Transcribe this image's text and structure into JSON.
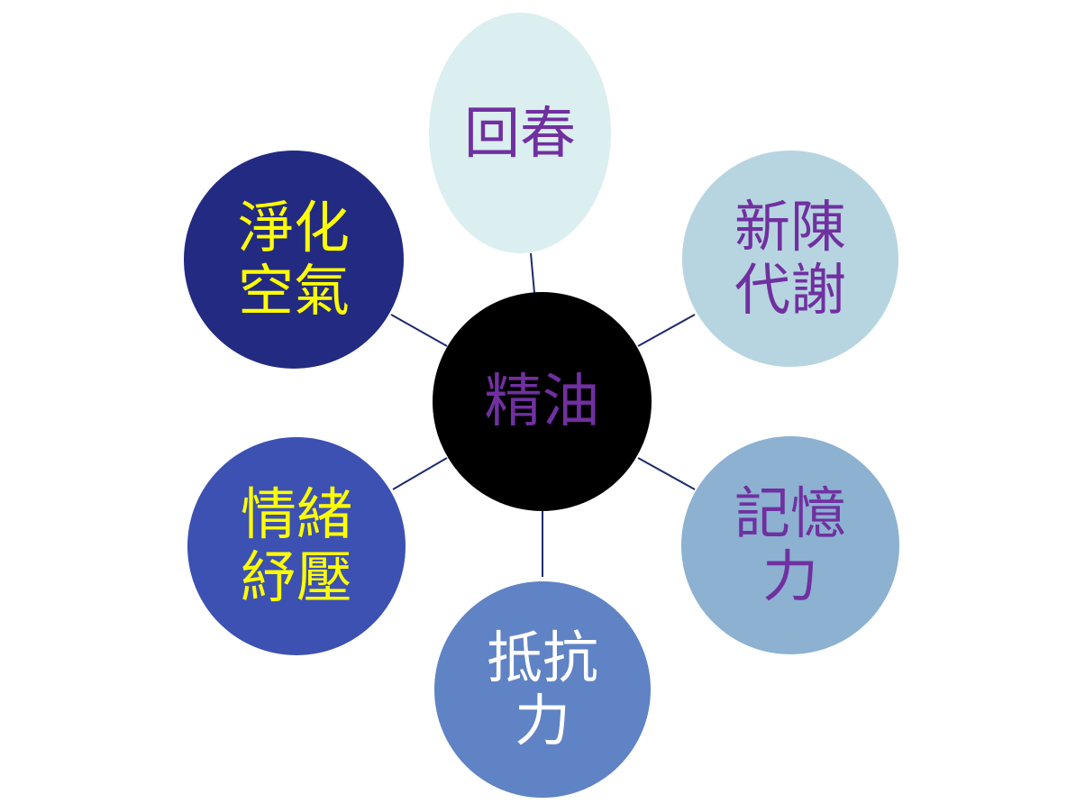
{
  "center": {
    "label": "精油",
    "fill": "#000000",
    "text_color": "#7030a0"
  },
  "nodes": [
    {
      "id": "rejuvenation",
      "label": "回春",
      "fill": "#dbeef0",
      "text_color": "#7030a0"
    },
    {
      "id": "metabolism",
      "label": "新陳\n代謝",
      "fill": "#b7d5e0",
      "text_color": "#7030a0"
    },
    {
      "id": "memory",
      "label": "記憶\n力",
      "fill": "#8cb1d1",
      "text_color": "#7030a0"
    },
    {
      "id": "resistance",
      "label": "抵抗\n力",
      "fill": "#5f83c4",
      "text_color": "#ffffff"
    },
    {
      "id": "stress-relief",
      "label": "情緒\n紓壓",
      "fill": "#3c51b1",
      "text_color": "#ffff00"
    },
    {
      "id": "air-purification",
      "label": "淨化\n空氣",
      "fill": "#232a82",
      "text_color": "#ffff00"
    }
  ],
  "link_color": "#1f2a6b"
}
